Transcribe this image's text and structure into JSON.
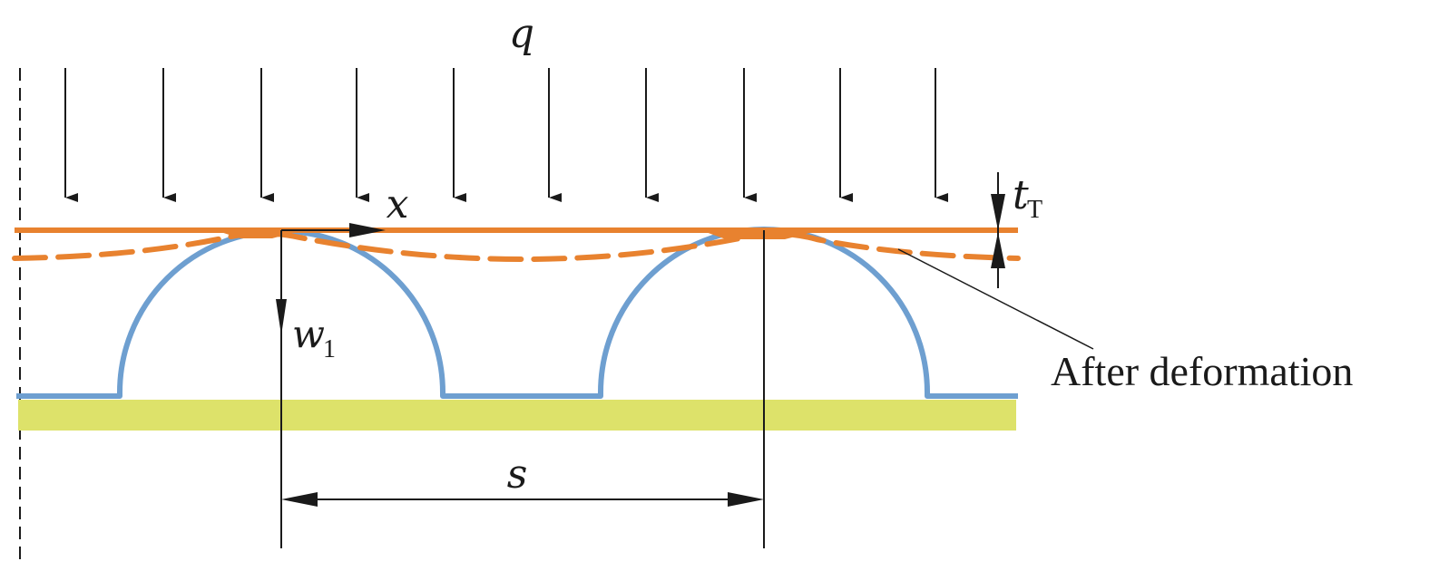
{
  "labels": {
    "load": "q",
    "x_axis": "x",
    "deflection": "w",
    "deflection_sub": "1",
    "thickness": "t",
    "thickness_sub": "T",
    "spacing": "s",
    "after": "After deformation"
  },
  "colors": {
    "plate": "#e8822f",
    "arch": "#6e9fd0",
    "base": "#dde26a",
    "line": "#1a1a1a"
  }
}
